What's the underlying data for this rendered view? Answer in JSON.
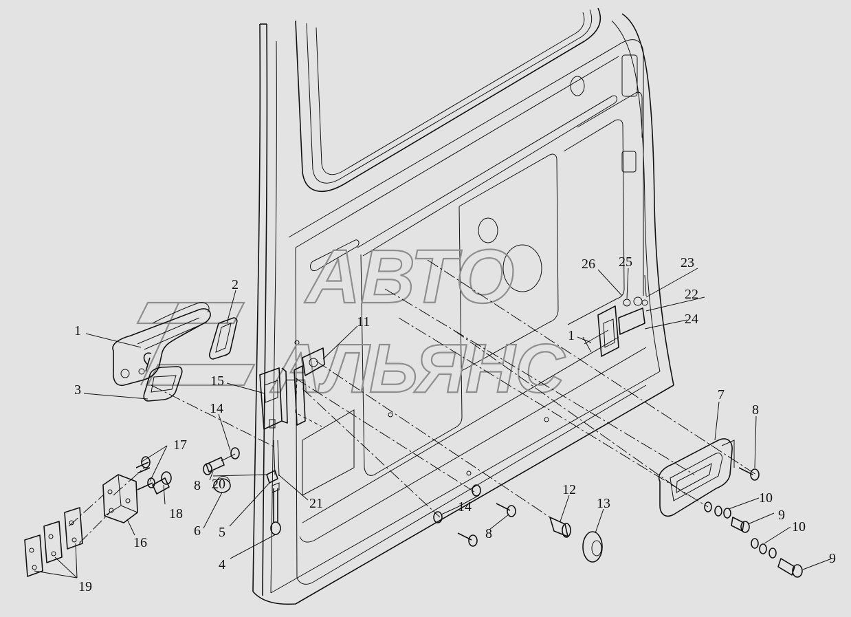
{
  "watermark": {
    "line1": "АВТО",
    "line2": "АЛЬЯНС"
  },
  "callouts": [
    {
      "id": "c1",
      "text": "1"
    },
    {
      "id": "c2",
      "text": "2"
    },
    {
      "id": "c3",
      "text": "3"
    },
    {
      "id": "c4",
      "text": "4"
    },
    {
      "id": "c5",
      "text": "5"
    },
    {
      "id": "c6",
      "text": "6"
    },
    {
      "id": "c7",
      "text": "7"
    },
    {
      "id": "c8a",
      "text": "8"
    },
    {
      "id": "c8b",
      "text": "8"
    },
    {
      "id": "c8c",
      "text": "8"
    },
    {
      "id": "c9a",
      "text": "9"
    },
    {
      "id": "c9b",
      "text": "9"
    },
    {
      "id": "c10a",
      "text": "10"
    },
    {
      "id": "c10b",
      "text": "10"
    },
    {
      "id": "c11",
      "text": "11"
    },
    {
      "id": "c12",
      "text": "12"
    },
    {
      "id": "c13",
      "text": "13"
    },
    {
      "id": "c14a",
      "text": "14"
    },
    {
      "id": "c14b",
      "text": "14"
    },
    {
      "id": "c15",
      "text": "15"
    },
    {
      "id": "c16",
      "text": "16"
    },
    {
      "id": "c17",
      "text": "17"
    },
    {
      "id": "c18",
      "text": "18"
    },
    {
      "id": "c19",
      "text": "19"
    },
    {
      "id": "c20",
      "text": "20"
    },
    {
      "id": "c21",
      "text": "21"
    },
    {
      "id": "c22",
      "text": "22"
    },
    {
      "id": "c23",
      "text": "23"
    },
    {
      "id": "c24",
      "text": "24"
    },
    {
      "id": "c25",
      "text": "25"
    },
    {
      "id": "c26",
      "text": "26"
    },
    {
      "id": "c1b",
      "text": "1"
    }
  ]
}
